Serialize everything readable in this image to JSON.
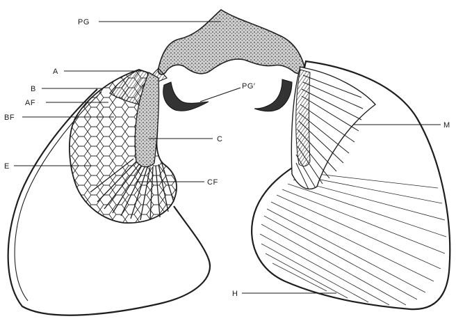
{
  "labels": {
    "pg": "PG",
    "a": "A",
    "b": "B",
    "af": "AF",
    "bf": "BF",
    "pg_prime": "PG′",
    "c": "C",
    "m": "M",
    "e": "E",
    "cf": "CF",
    "h": "H"
  }
}
